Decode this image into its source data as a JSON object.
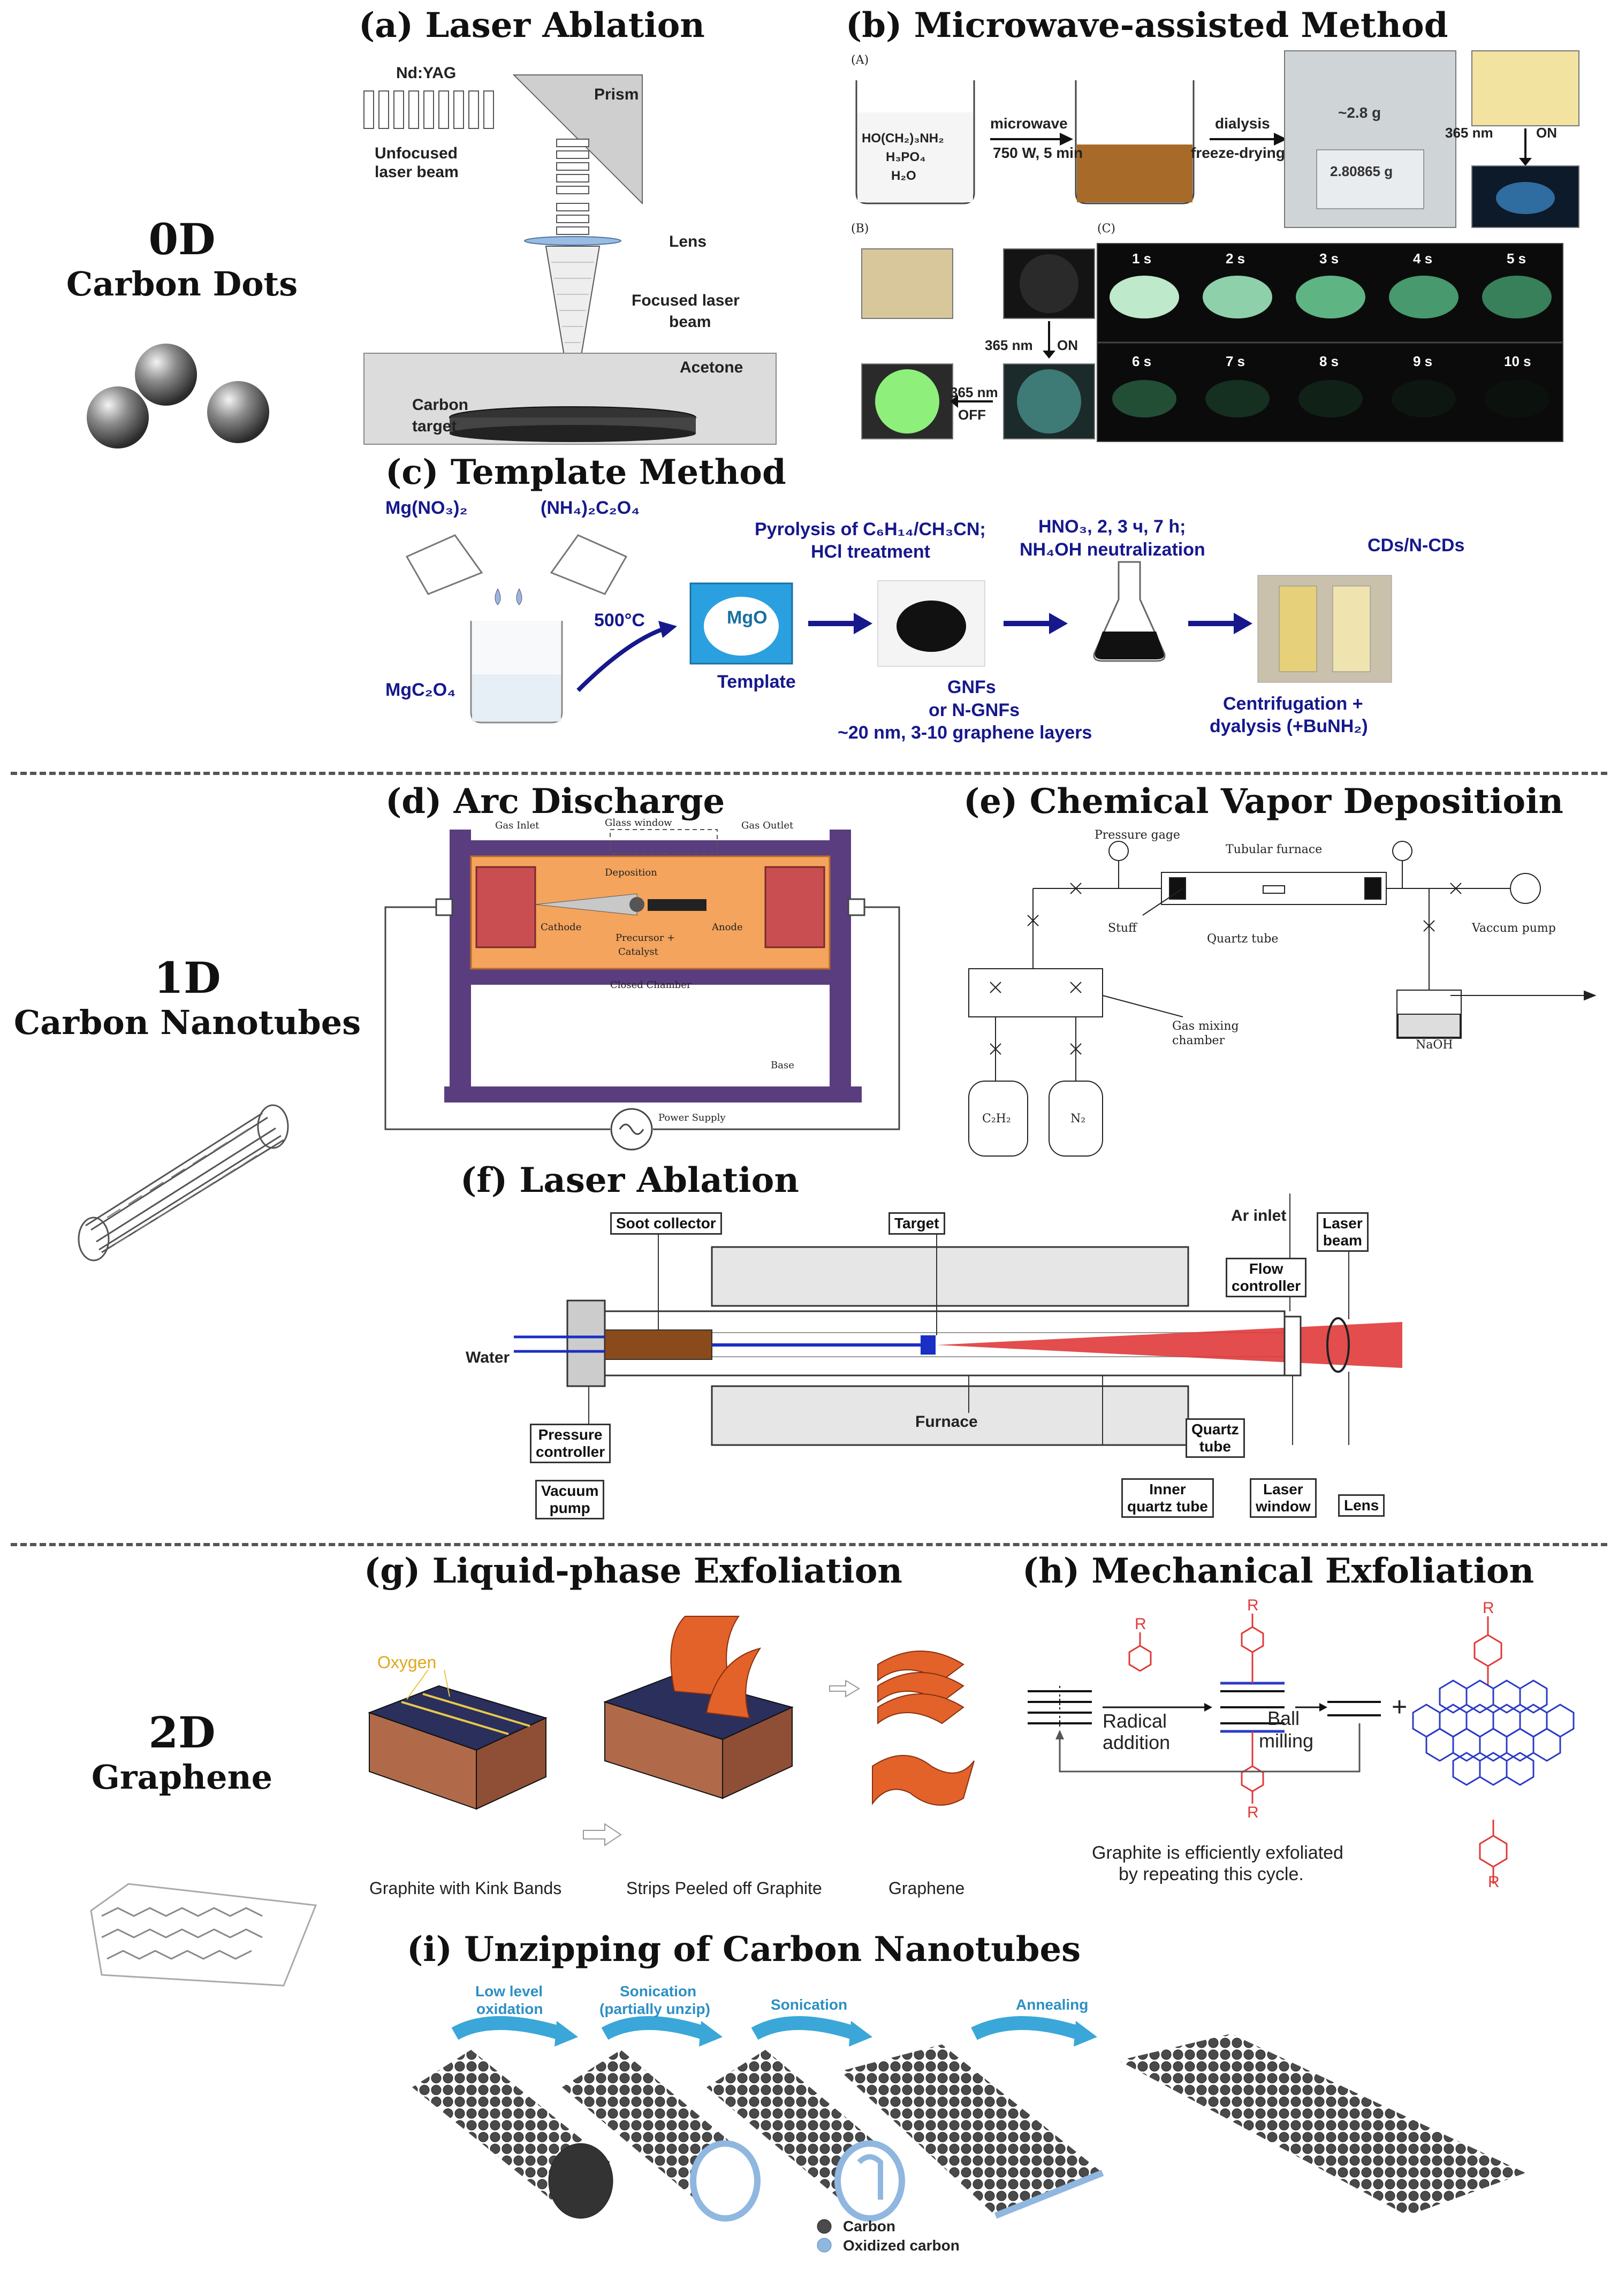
{
  "categories": {
    "zero_d": {
      "dim": "0D",
      "name": "Carbon Dots"
    },
    "one_d": {
      "dim": "1D",
      "name": "Carbon Nanotubes"
    },
    "two_d": {
      "dim": "2D",
      "name": "Graphene"
    }
  },
  "panel_a": {
    "title": "(a) Laser Ablation",
    "labels": {
      "ndyag": "Nd:YAG",
      "prism": "Prism",
      "unfocused1": "Unfocused",
      "unfocused2": "laser beam",
      "lens": "Lens",
      "focused1": "Focused laser",
      "focused2": "beam",
      "acetone": "Acetone",
      "carbon1": "Carbon",
      "carbon2": "target"
    }
  },
  "panel_b": {
    "title": "(b) Microwave-assisted Method",
    "sub_a": "(A)",
    "sub_b": "(B)",
    "sub_c": "(C)",
    "beaker_text": [
      "HO(CH₂)₃NH₂",
      "H₃PO₄",
      "H₂O"
    ],
    "microwave": "microwave",
    "conditions": "750 W, 5 min",
    "dialysis": "dialysis",
    "freeze": "freeze-drying",
    "mass": "~2.8 g",
    "balance_reading": "2.80865 g",
    "uv_on": "365 nm",
    "on": "ON",
    "off": "OFF",
    "uv_nm": "365 nm",
    "time_labels": [
      "1 s",
      "2 s",
      "3 s",
      "4 s",
      "5 s",
      "6 s",
      "7 s",
      "8 s",
      "9 s",
      "10 s"
    ]
  },
  "panel_c": {
    "title": "(c) Template Method",
    "mg_nitrate": "Mg(NO₃)₂",
    "ammonium_oxalate": "(NH₄)₂C₂O₄",
    "mgc2o4": "MgC₂O₄",
    "temp": "500°C",
    "mgo": "MgO",
    "template": "Template",
    "pyrolysis1": "Pyrolysis of C₆H₁₄/CH₃CN;",
    "pyrolysis2": "HCl treatment",
    "hno3_1": "HNO₃, 2, 3 ч, 7 h;",
    "hno3_2": "NH₄OH neutralization",
    "cds": "CDs/N-CDs",
    "gnfs1": "GNFs",
    "gnfs2": "or N-GNFs",
    "gnfs3": "~20 nm, 3-10 graphene layers",
    "centri1": "Centrifugation +",
    "centri2": "dyalysis (+BuNH₂)"
  },
  "panel_d": {
    "title": "(d) Arc Discharge",
    "labels": {
      "gas_inlet": "Gas Inlet",
      "glass_window": "Glass window",
      "gas_outlet": "Gas Outlet",
      "deposition": "Deposition",
      "cathode": "Cathode",
      "anode": "Anode",
      "precursor1": "Precursor +",
      "precursor2": "Catalyst",
      "closed": "Closed Chamber",
      "base": "Base",
      "power": "Power Supply"
    }
  },
  "panel_e": {
    "title": "(e) Chemical Vapor Depositioin",
    "labels": {
      "pressure": "Pressure gage",
      "furnace": "Tubular furnace",
      "stuff": "Stuff",
      "quartz": "Quartz tube",
      "pump": "Vaccum pump",
      "mixing1": "Gas mixing",
      "mixing2": "chamber",
      "naoh": "NaOH",
      "c2h2": "C₂H₂",
      "n2": "N₂"
    }
  },
  "panel_f": {
    "title": "(f) Laser Ablation",
    "labels": {
      "soot": "Soot collector",
      "target": "Target",
      "ar_inlet": "Ar inlet",
      "laser1": "Laser",
      "laser2": "beam",
      "flow1": "Flow",
      "flow2": "controller",
      "water": "Water",
      "furnace": "Furnace",
      "pressure1": "Pressure",
      "pressure2": "controller",
      "vacuum1": "Vacuum",
      "vacuum2": "pump",
      "quartz1": "Quartz",
      "quartz2": "tube",
      "inner1": "Inner",
      "inner2": "quartz tube",
      "window1": "Laser",
      "window2": "window",
      "lens": "Lens"
    }
  },
  "panel_g": {
    "title": "(g) Liquid-phase Exfoliation",
    "oxygen": "Oxygen",
    "cap1": "Graphite with Kink Bands",
    "cap2": "Strips Peeled off Graphite",
    "cap3": "Graphene"
  },
  "panel_h": {
    "title": "(h) Mechanical Exfoliation",
    "radical1": "Radical",
    "radical2": "addition",
    "ball1": "Ball",
    "ball2": "milling",
    "plus": "+",
    "r": "R",
    "cycle1": "Graphite is efficiently exfoliated",
    "cycle2": "by repeating this cycle."
  },
  "panel_i": {
    "title": "(i) Unzipping of Carbon Nanotubes",
    "step1a": "Low level",
    "step1b": "oxidation",
    "step2a": "Sonication",
    "step2b": "(partially unzip)",
    "step3": "Sonication",
    "step4": "Annealing",
    "legend_carbon": "Carbon",
    "legend_oxidized": "Oxidized carbon"
  },
  "colors": {
    "navy_label": "#16188c",
    "cyan_label": "#2d8fc4",
    "arc_frame": "#5a3d7e",
    "arc_chamber": "#f4a45c",
    "laser_red": "#e03a3a",
    "graphene_orange": "#e2622a",
    "carbon_gray": "#555555",
    "oxidized_blue": "#8fb7e0"
  }
}
